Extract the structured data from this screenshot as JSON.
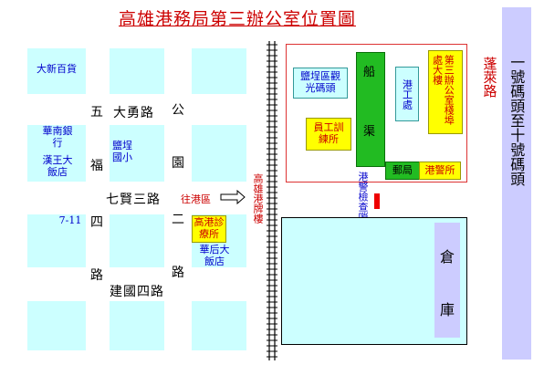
{
  "title": "高雄港務局第三辦公室位置圖",
  "roads": {
    "wufu_top": "五",
    "wufu_bottom": "福",
    "siwei_top": "四",
    "siwei_bottom": "路",
    "dayong": "大勇路",
    "qixian": "七賢三路",
    "jianguo": "建國四路",
    "gong": "公",
    "yuan": "園",
    "er": "二",
    "lu": "路",
    "penglai": "蓬萊路"
  },
  "places": {
    "dept_store": "大新百貨",
    "huanan_bank": "華南銀行",
    "hanwang_hotel": "漢王大飯店",
    "yancheng_school": "鹽埕國小",
    "seven_eleven": "7-11",
    "port_clinic": "高港診療所",
    "huahou_hotel": "華后大飯店",
    "harbor_tower": "高雄港牌樓",
    "to_port": "往港區",
    "yancheng_pier": "鹽埕區觀光碼頭",
    "ship_channel_top": "船",
    "ship_channel_bottom": "渠",
    "staff_training": "員工訓練所",
    "port_works": "港工處",
    "third_office": "第三辦公室棧埠處大樓",
    "post_office": "郵局",
    "port_police": "港警所",
    "police_checkpoint": "港警檢查哨",
    "warehouse_top": "倉",
    "warehouse_bottom": "庫",
    "piers": "一號碼頭至十號碼頭"
  },
  "colors": {
    "block": "#ccffff",
    "title": "#cc0000",
    "label_blue": "#0000cc",
    "green": "#22bb22",
    "yellow": "#ffff00",
    "warehouse": "#ccccff",
    "pier_strip": "#ccccff"
  },
  "icons": {
    "arrow": "right-arrow-icon"
  }
}
